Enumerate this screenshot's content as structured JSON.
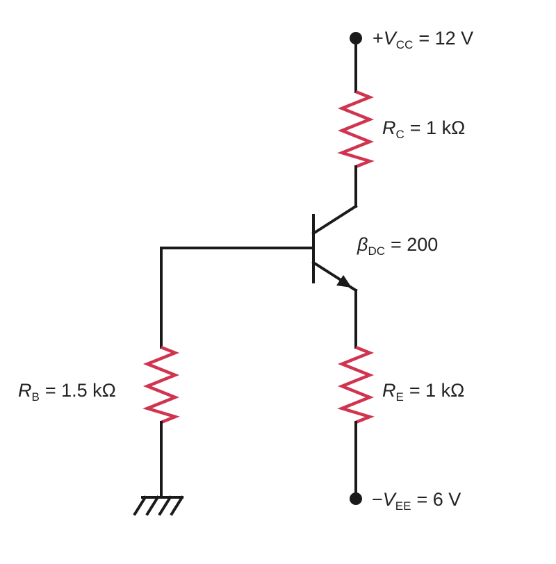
{
  "colors": {
    "wire": "#1a1a1a",
    "resistor": "#d0344f",
    "text": "#222222",
    "background": "#ffffff"
  },
  "vcc": {
    "sign": "+",
    "symbol": "V",
    "subscript": "CC",
    "value": "= 12 V"
  },
  "vee": {
    "sign": "−",
    "symbol": "V",
    "subscript": "EE",
    "value": "= 6 V"
  },
  "rc": {
    "symbol": "R",
    "subscript": "C",
    "value": "= 1 kΩ"
  },
  "re": {
    "symbol": "R",
    "subscript": "E",
    "value": "= 1 kΩ"
  },
  "rb": {
    "symbol": "R",
    "subscript": "B",
    "value": "= 1.5 kΩ"
  },
  "beta": {
    "symbol": "β",
    "subscript": "DC",
    "value": "= 200"
  },
  "icons": {
    "transistor": "npn-transistor-icon",
    "ground": "ground-icon",
    "terminal": "terminal-dot-icon"
  }
}
